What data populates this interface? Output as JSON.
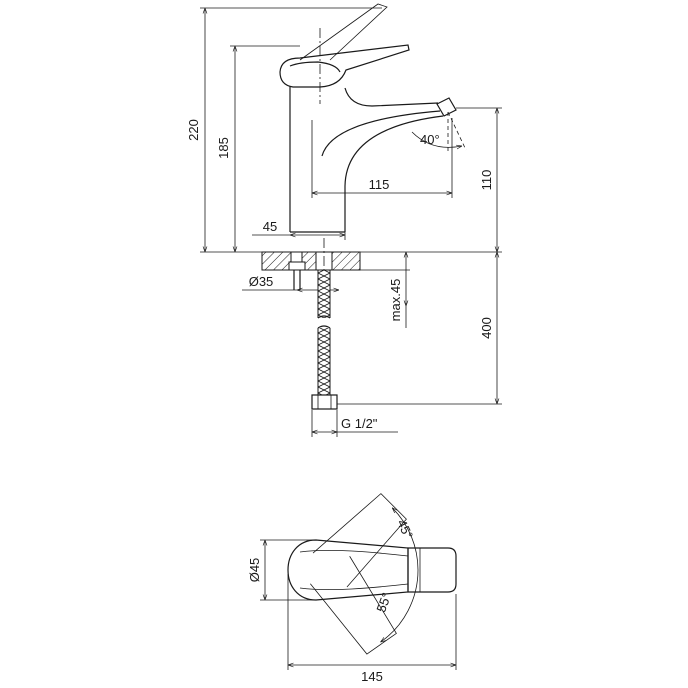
{
  "side_view": {
    "height_total": "220",
    "height_body": "185",
    "spout_angle": "40°",
    "spout_reach": "115",
    "spout_height": "110",
    "body_width": "45",
    "mounting_hole": "Ø35",
    "counter_thickness": "max.45",
    "hose_length": "400",
    "connection_thread": "G 1/2\""
  },
  "top_view": {
    "lever_angle_up": "45°",
    "base_diameter": "Ø45",
    "lever_angle_down": "55°",
    "total_length": "145"
  },
  "colors": {
    "line": "#1a1a1a",
    "background": "#ffffff"
  }
}
